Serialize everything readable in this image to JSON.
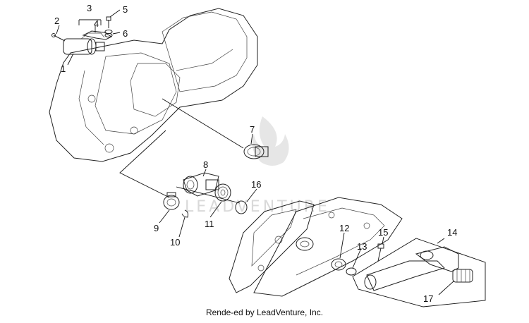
{
  "diagram": {
    "callouts": [
      {
        "id": "1",
        "label": "1"
      },
      {
        "id": "2",
        "label": "2"
      },
      {
        "id": "3",
        "label": "3"
      },
      {
        "id": "4",
        "label": "4"
      },
      {
        "id": "5",
        "label": "5"
      },
      {
        "id": "6",
        "label": "6"
      },
      {
        "id": "7",
        "label": "7"
      },
      {
        "id": "8",
        "label": "8"
      },
      {
        "id": "9",
        "label": "9"
      },
      {
        "id": "10",
        "label": "10"
      },
      {
        "id": "11",
        "label": "11"
      },
      {
        "id": "12",
        "label": "12"
      },
      {
        "id": "13",
        "label": "13"
      },
      {
        "id": "14",
        "label": "14"
      },
      {
        "id": "15",
        "label": "15"
      },
      {
        "id": "16",
        "label": "16"
      },
      {
        "id": "17",
        "label": "17"
      }
    ],
    "watermark": "LEADVENTURE",
    "credit": "Rende-ed by LeadVenture, Inc."
  }
}
